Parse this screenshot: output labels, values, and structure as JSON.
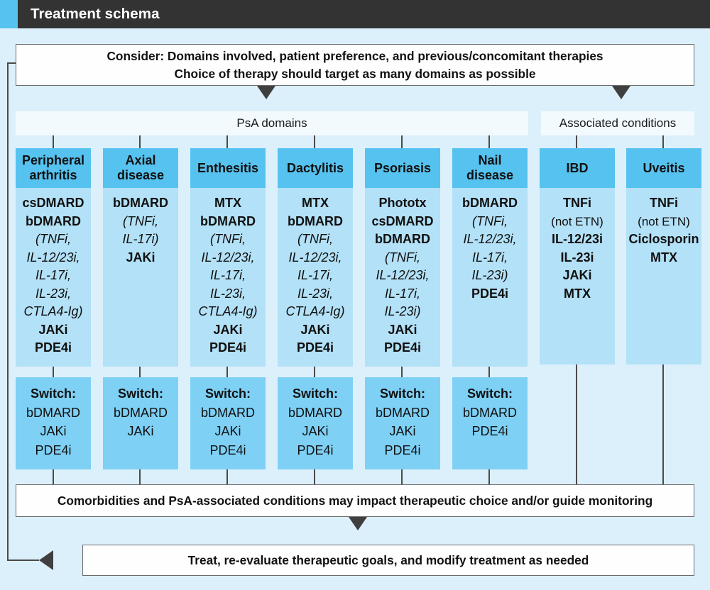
{
  "titlebar": {
    "title": "Treatment schema"
  },
  "consider_box": {
    "line1": "Consider: Domains involved, patient preference, and previous/concomitant therapies",
    "line2": "Choice of therapy should target as many domains as possible"
  },
  "group_headers": {
    "psa_domains": "PsA domains",
    "associated_conditions": "Associated conditions"
  },
  "columns": [
    {
      "id": "peripheral-arthritis",
      "title": "Peripheral arthritis",
      "items": [
        {
          "text": "csDMARD",
          "style": "bold"
        },
        {
          "text": "bDMARD",
          "style": "bold"
        },
        {
          "text": "(TNFi,",
          "style": "italic"
        },
        {
          "text": "IL-12/23i,",
          "style": "italic"
        },
        {
          "text": "IL-17i,",
          "style": "italic"
        },
        {
          "text": "IL-23i,",
          "style": "italic"
        },
        {
          "text": "CTLA4-Ig)",
          "style": "italic"
        },
        {
          "text": "JAKi",
          "style": "bold"
        },
        {
          "text": "PDE4i",
          "style": "bold"
        }
      ],
      "switch": {
        "label": "Switch:",
        "items": [
          "bDMARD",
          "JAKi",
          "PDE4i"
        ]
      }
    },
    {
      "id": "axial-disease",
      "title": "Axial disease",
      "items": [
        {
          "text": "bDMARD",
          "style": "bold"
        },
        {
          "text": "(TNFi,",
          "style": "italic"
        },
        {
          "text": "IL-17i)",
          "style": "italic"
        },
        {
          "text": "JAKi",
          "style": "bold"
        }
      ],
      "switch": {
        "label": "Switch:",
        "items": [
          "bDMARD",
          "JAKi"
        ]
      }
    },
    {
      "id": "enthesitis",
      "title": "Enthesitis",
      "items": [
        {
          "text": "MTX",
          "style": "bold"
        },
        {
          "text": "bDMARD",
          "style": "bold"
        },
        {
          "text": "(TNFi,",
          "style": "italic"
        },
        {
          "text": "IL-12/23i,",
          "style": "italic"
        },
        {
          "text": "IL-17i,",
          "style": "italic"
        },
        {
          "text": "IL-23i,",
          "style": "italic"
        },
        {
          "text": "CTLA4-Ig)",
          "style": "italic"
        },
        {
          "text": "JAKi",
          "style": "bold"
        },
        {
          "text": "PDE4i",
          "style": "bold"
        }
      ],
      "switch": {
        "label": "Switch:",
        "items": [
          "bDMARD",
          "JAKi",
          "PDE4i"
        ]
      }
    },
    {
      "id": "dactylitis",
      "title": "Dactylitis",
      "items": [
        {
          "text": "MTX",
          "style": "bold"
        },
        {
          "text": "bDMARD",
          "style": "bold"
        },
        {
          "text": "(TNFi,",
          "style": "italic"
        },
        {
          "text": "IL-12/23i,",
          "style": "italic"
        },
        {
          "text": "IL-17i,",
          "style": "italic"
        },
        {
          "text": "IL-23i,",
          "style": "italic"
        },
        {
          "text": "CTLA4-Ig)",
          "style": "italic"
        },
        {
          "text": "JAKi",
          "style": "bold"
        },
        {
          "text": "PDE4i",
          "style": "bold"
        }
      ],
      "switch": {
        "label": "Switch:",
        "items": [
          "bDMARD",
          "JAKi",
          "PDE4i"
        ]
      }
    },
    {
      "id": "psoriasis",
      "title": "Psoriasis",
      "items": [
        {
          "text": "Phototx",
          "style": "bold"
        },
        {
          "text": "csDMARD",
          "style": "bold"
        },
        {
          "text": "bDMARD",
          "style": "bold"
        },
        {
          "text": "(TNFi,",
          "style": "italic"
        },
        {
          "text": "IL-12/23i,",
          "style": "italic"
        },
        {
          "text": "IL-17i,",
          "style": "italic"
        },
        {
          "text": "IL-23i)",
          "style": "italic"
        },
        {
          "text": "JAKi",
          "style": "bold"
        },
        {
          "text": "PDE4i",
          "style": "bold"
        }
      ],
      "switch": {
        "label": "Switch:",
        "items": [
          "bDMARD",
          "JAKi",
          "PDE4i"
        ]
      }
    },
    {
      "id": "nail-disease",
      "title": "Nail disease",
      "items": [
        {
          "text": "bDMARD",
          "style": "bold"
        },
        {
          "text": "(TNFi,",
          "style": "italic"
        },
        {
          "text": "IL-12/23i,",
          "style": "italic"
        },
        {
          "text": "IL-17i,",
          "style": "italic"
        },
        {
          "text": "IL-23i)",
          "style": "italic"
        },
        {
          "text": "PDE4i",
          "style": "bold"
        }
      ],
      "switch": {
        "label": "Switch:",
        "items": [
          "bDMARD",
          "PDE4i"
        ]
      }
    },
    {
      "id": "ibd",
      "title": "IBD",
      "items": [
        {
          "text": "TNFi",
          "style": "bold"
        },
        {
          "text": "(not ETN)",
          "style": "small"
        },
        {
          "text": "IL-12/23i",
          "style": "bold"
        },
        {
          "text": "IL-23i",
          "style": "bold"
        },
        {
          "text": "JAKi",
          "style": "bold"
        },
        {
          "text": "MTX",
          "style": "bold"
        }
      ],
      "switch": null
    },
    {
      "id": "uveitis",
      "title": "Uveitis",
      "items": [
        {
          "text": "TNFi",
          "style": "bold"
        },
        {
          "text": "(not ETN)",
          "style": "small"
        },
        {
          "text": "Ciclosporin",
          "style": "bold"
        },
        {
          "text": "MTX",
          "style": "bold"
        }
      ],
      "switch": null
    }
  ],
  "comorbidities_box": {
    "line1": "Comorbidities and PsA-associated conditions may impact therapeutic choice and/or guide monitoring"
  },
  "treat_box": {
    "line1": "Treat, re-evaluate therapeutic goals, and modify treatment as needed"
  },
  "colors": {
    "titlebar_bg": "#333333",
    "accent": "#56c2ef",
    "canvas_bg": "#dcf0fb",
    "column_header": "#56c2ef",
    "column_body": "#b3e1f7",
    "switch_box": "#7ed0f4",
    "connector": "#4a4a4a"
  }
}
